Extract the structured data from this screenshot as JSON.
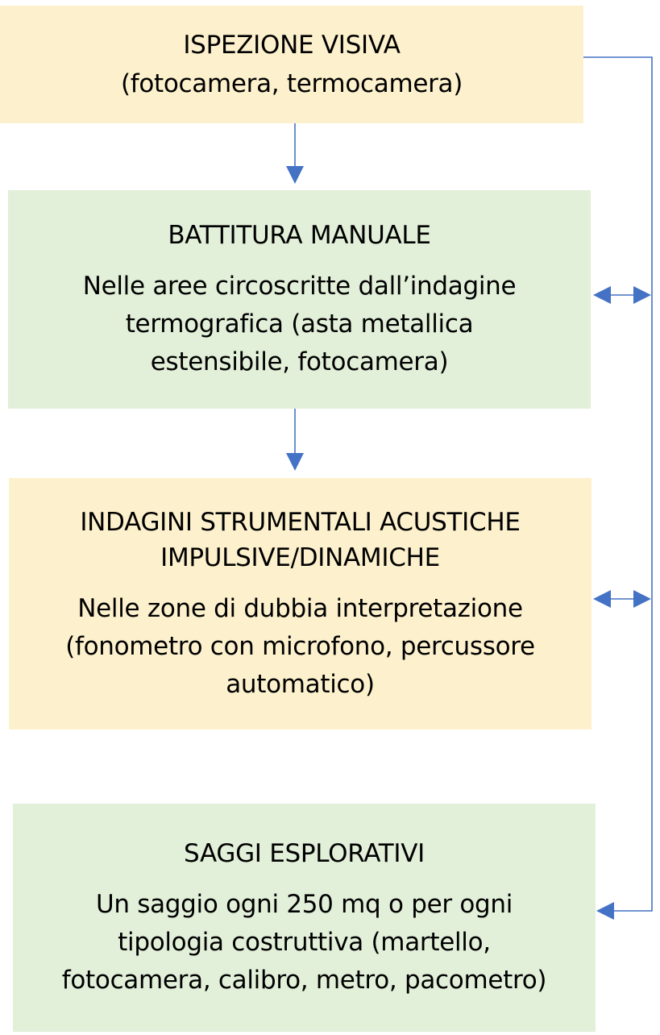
{
  "diagram": {
    "type": "flowchart",
    "colors": {
      "yellow_box": "#fdf1cd",
      "green_box": "#e2efd9",
      "arrow": "#4472c4"
    },
    "steps": [
      {
        "title": "ISPEZIONE VISIVA",
        "subtitle": "(fotocamera, termocamera)"
      },
      {
        "title": "BATTITURA MANUALE",
        "description": "Nelle aree circoscritte dall’indagine termografica (asta metallica estensibile, fotocamera)"
      },
      {
        "title": "INDAGINI STRUMENTALI ACUSTICHE IMPULSIVE/DINAMICHE",
        "description": "Nelle zone di dubbia interpretazione (fonometro con microfono, percussore automatico)"
      },
      {
        "title": "SAGGI ESPLORATIVI",
        "description": "Un saggio ogni 250 mq o per ogni tipologia costruttiva (martello, fotocamera, calibro, metro, pacometro)"
      }
    ],
    "edges": [
      {
        "from": "ISPEZIONE VISIVA",
        "to": "BATTITURA MANUALE",
        "style": "down-arrow"
      },
      {
        "from": "BATTITURA MANUALE",
        "to": "INDAGINI STRUMENTALI ACUSTICHE IMPULSIVE/DINAMICHE",
        "style": "down-arrow"
      },
      {
        "from": "ISPEZIONE VISIVA",
        "to": "SAGGI ESPLORATIVI",
        "style": "right-side-connector"
      },
      {
        "from": "right-side-connector",
        "to": "BATTITURA MANUALE",
        "style": "double-arrow"
      },
      {
        "from": "right-side-connector",
        "to": "INDAGINI STRUMENTALI ACUSTICHE IMPULSIVE/DINAMICHE",
        "style": "double-arrow"
      }
    ]
  }
}
